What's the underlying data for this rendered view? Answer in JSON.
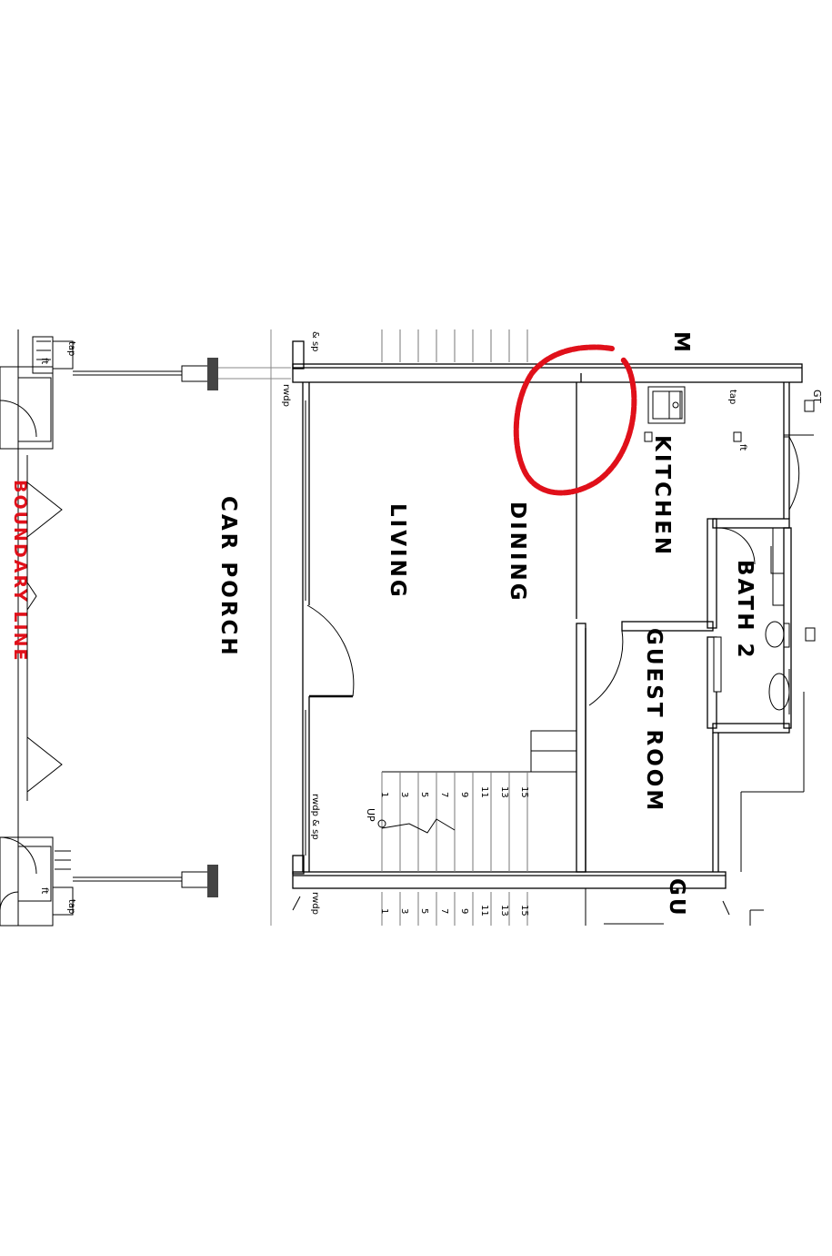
{
  "rooms": {
    "car_porch": "CAR PORCH",
    "living": "LIVING",
    "dining": "DINING",
    "kitchen": "KITCHEN",
    "bath2": "BATH 2",
    "guest_room": "GUEST ROOM",
    "cut_top": "M",
    "cut_bottom": "GU"
  },
  "boundary_label": "BOUNDARY LINE",
  "fixtures": {
    "tap_left_top": "tap",
    "ft_left_top": "ft",
    "ft_left_bottom": "ft",
    "tap_left_bottom": "tap",
    "rwdp_sp_top": "& sp",
    "rwdp_top": "rwdp",
    "rwdp_sp_bottom": "rwdp & sp",
    "rwdp_bottom": "rwdp",
    "tap_kitchen": "tap",
    "ft_kitchen": "ft",
    "gt": "GT",
    "up": "UP"
  },
  "stair_numbers": [
    "1",
    "3",
    "5",
    "7",
    "9",
    "11",
    "13",
    "15"
  ],
  "colors": {
    "markup": "#e0101a",
    "line": "#000000"
  },
  "icons": [
    "sink-icon",
    "toilet-icon",
    "washbasin-icon",
    "column-icon",
    "door-swing-icon",
    "stair-icon",
    "red-circle-markup-icon"
  ]
}
